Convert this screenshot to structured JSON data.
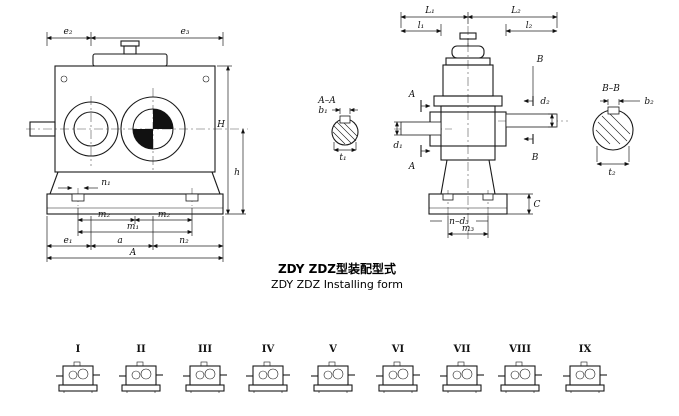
{
  "colors": {
    "ink": "#1a1a1a",
    "background": "#ffffff"
  },
  "caption": {
    "title_zh": "ZDY ZDZ型装配型式",
    "title_en": "ZDY ZDZ Installing form"
  },
  "front_view": {
    "dims": {
      "e2": "e₂",
      "e3": "e₃",
      "H": "H",
      "h": "h",
      "n1": "n₁",
      "m2_left": "m₂",
      "m2_right": "m₂",
      "m1": "m₁",
      "e1": "e₁",
      "a": "a",
      "n2": "n₂",
      "A": "A"
    }
  },
  "section_aa": {
    "title": "A–A",
    "b1": "b₁",
    "t1": "t₁"
  },
  "side_view": {
    "dims": {
      "L1": "L₁",
      "L2": "L₂",
      "l1": "l₁",
      "l2": "l₂",
      "d1": "d₁",
      "d2": "d₂",
      "C": "C",
      "n_d3": "n–d₃",
      "m3": "m₃"
    },
    "section_marks": {
      "A_top": "A",
      "A_bottom": "A",
      "B_top": "B",
      "B_bottom": "B"
    }
  },
  "section_bb": {
    "title": "B–B",
    "b2": "b₂",
    "t2": "t₂"
  },
  "forms": [
    {
      "numeral": "I"
    },
    {
      "numeral": "II"
    },
    {
      "numeral": "III"
    },
    {
      "numeral": "IV"
    },
    {
      "numeral": "V"
    },
    {
      "numeral": "VI"
    },
    {
      "numeral": "VII"
    },
    {
      "numeral": "VIII"
    },
    {
      "numeral": "IX"
    }
  ]
}
